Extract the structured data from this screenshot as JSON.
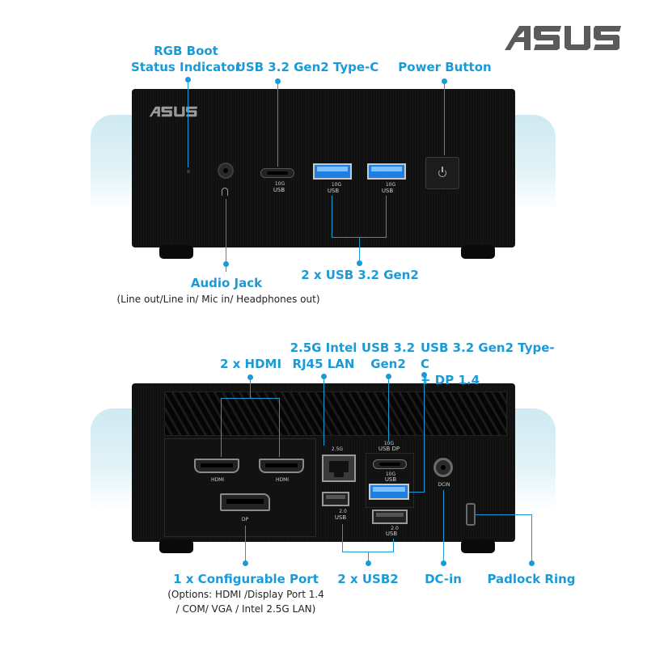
{
  "brand": "ASUS",
  "front": {
    "labels": {
      "rgb_boot": "RGB Boot\nStatus Indicator",
      "usb_typec": "USB 3.2 Gen2 Type-C",
      "power": "Power Button",
      "usb_gen2_x2": "2 x USB 3.2 Gen2",
      "audio": "Audio Jack",
      "audio_sub": "(Line out/Line in/ Mic in/ Headphones out)"
    },
    "port_text": {
      "typec_speed": "10G",
      "typec_usb": "USB",
      "usb_a1_speed": "10G",
      "usb_a1_usb": "USB",
      "usb_a2_speed": "10G",
      "usb_a2_usb": "USB"
    }
  },
  "rear": {
    "labels": {
      "hdmi_x2": "2 x HDMI",
      "lan": "2.5G Intel\nRJ45 LAN",
      "usb32_gen2": "USB 3.2\nGen2",
      "typec_dp": "USB 3.2 Gen2 Type-C\n+ DP 1.4",
      "config_port": "1 x Configurable Port",
      "config_sub": "(Options: HDMI /Display Port 1.4\n/ COM/ VGA / Intel 2.5G LAN)",
      "usb2_x2": "2 x USB2",
      "dcin": "DC-in",
      "padlock": "Padlock Ring"
    },
    "port_text": {
      "hdmi1": "HDMI",
      "hdmi2": "HDMI",
      "dp": "DP",
      "lan_speed": "2.5G",
      "typec_top": "10G",
      "typec_name": "USB DP",
      "usb3_speed": "10G",
      "usb3_name": "USB",
      "usb2a_ver": "2.0",
      "usb2a_name": "USB",
      "usb2b_ver": "2.0",
      "usb2b_name": "USB",
      "dcin": "DCIN"
    }
  },
  "colors": {
    "accent": "#1a9bd7",
    "device": "#0e0e0e",
    "usb3_blue": "#1f7fe0"
  }
}
